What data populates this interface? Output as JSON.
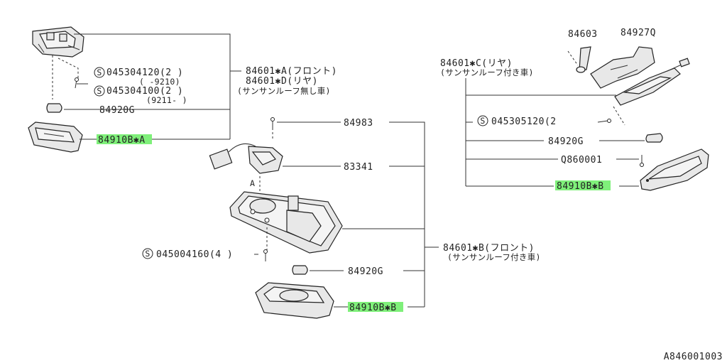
{
  "left_group": {
    "assy_code": "84601✱A(フロント)",
    "assy_code2": "84601✱D(リヤ)",
    "assy_desc": "(サンサンルーフ無し車)",
    "screw1_code": "045304120(2 )",
    "screw1_range": "(  -9210)",
    "screw2_code": "045304100(2 )",
    "screw2_range": "(9211-  )",
    "bulb": "84920G",
    "lens": "84910B✱A"
  },
  "center_group": {
    "screw_top": "84983",
    "harness": "83341",
    "marker": "A",
    "screw_left": "045004160(4 )",
    "bulb": "84920G",
    "lens": "84910B✱B",
    "assy_code": "84601✱B(フロント)",
    "assy_desc": "(サンサンルーフ付き車)"
  },
  "right_group": {
    "assy_code": "84601✱C(リヤ)",
    "assy_desc": "(サンサンルーフ付き車)",
    "cap": "84603",
    "bracket": "84927Q",
    "screw_code": "045305120(2",
    "bulb": "84920G",
    "clip": "Q860001",
    "lens": "84910B✱B"
  },
  "diagram_id": "A846001003",
  "colors": {
    "highlight": "#7ff07a",
    "line": "#333333"
  },
  "icons": {
    "s_circle": "s-circle-icon"
  }
}
